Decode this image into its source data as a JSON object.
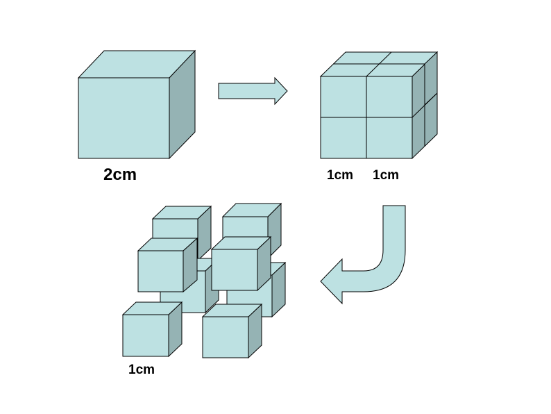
{
  "colors": {
    "front": "#BDE1E2",
    "top": "#BDE1E2",
    "side": "#95B3B4",
    "stroke": "#000000",
    "arrow_fill": "#BDE1E2",
    "label": "#000000"
  },
  "labels": {
    "big_cube_edge": "2cm",
    "split_cube_edge_left": "1cm",
    "split_cube_edge_right": "1cm",
    "small_cube_edge": "1cm"
  },
  "icons": {
    "right_arrow": "right-arrow-icon",
    "curved_arrow": "curved-down-left-arrow-icon"
  }
}
